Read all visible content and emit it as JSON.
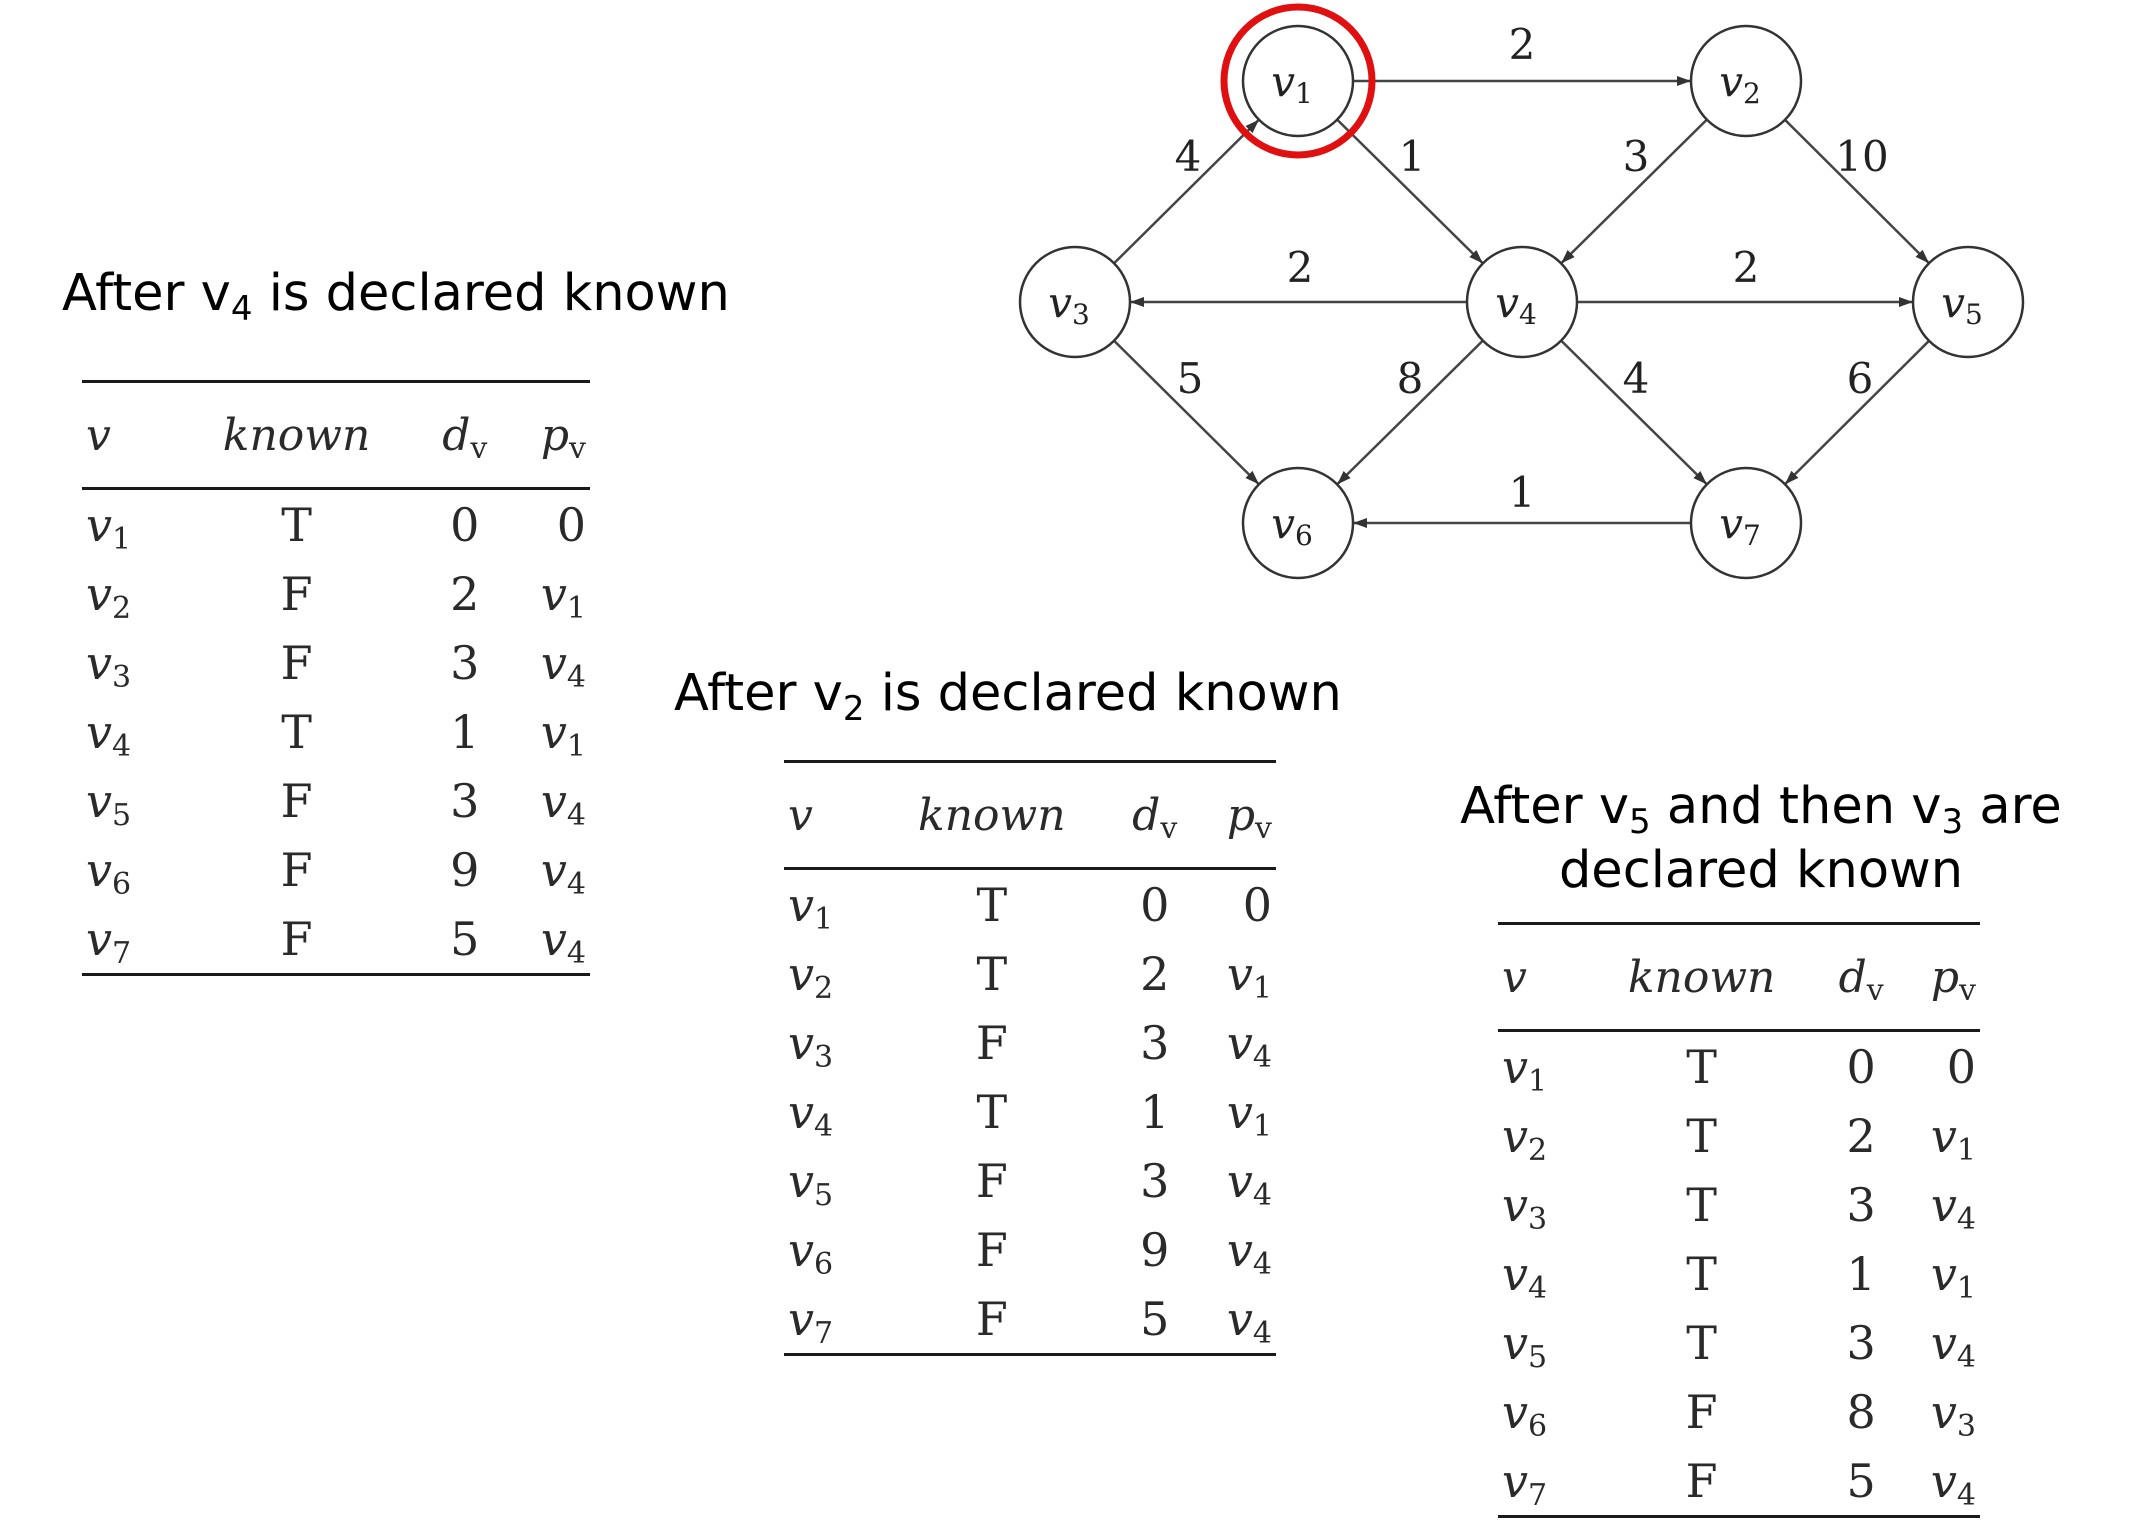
{
  "captions": {
    "t1": {
      "prefix": "After v",
      "sub": "4",
      "suffix": " is declared known"
    },
    "t2": {
      "prefix": "After v",
      "sub": "2",
      "suffix": " is declared known"
    },
    "t3": {
      "line1_prefix": "After v",
      "line1_sub1": "5",
      "line1_mid": " and then v",
      "line1_sub2": "3",
      "line1_suffix": " are",
      "line2": "declared known"
    }
  },
  "table_headers": {
    "v": "v",
    "known": "known",
    "d_main": "d",
    "d_sub": "v",
    "p_main": "p",
    "p_sub": "v"
  },
  "tables": [
    {
      "rows": [
        {
          "v": "1",
          "known": "T",
          "d": "0",
          "p": "0",
          "p_sub": ""
        },
        {
          "v": "2",
          "known": "F",
          "d": "2",
          "p": "v",
          "p_sub": "1"
        },
        {
          "v": "3",
          "known": "F",
          "d": "3",
          "p": "v",
          "p_sub": "4"
        },
        {
          "v": "4",
          "known": "T",
          "d": "1",
          "p": "v",
          "p_sub": "1"
        },
        {
          "v": "5",
          "known": "F",
          "d": "3",
          "p": "v",
          "p_sub": "4"
        },
        {
          "v": "6",
          "known": "F",
          "d": "9",
          "p": "v",
          "p_sub": "4"
        },
        {
          "v": "7",
          "known": "F",
          "d": "5",
          "p": "v",
          "p_sub": "4"
        }
      ]
    },
    {
      "rows": [
        {
          "v": "1",
          "known": "T",
          "d": "0",
          "p": "0",
          "p_sub": ""
        },
        {
          "v": "2",
          "known": "T",
          "d": "2",
          "p": "v",
          "p_sub": "1"
        },
        {
          "v": "3",
          "known": "F",
          "d": "3",
          "p": "v",
          "p_sub": "4"
        },
        {
          "v": "4",
          "known": "T",
          "d": "1",
          "p": "v",
          "p_sub": "1"
        },
        {
          "v": "5",
          "known": "F",
          "d": "3",
          "p": "v",
          "p_sub": "4"
        },
        {
          "v": "6",
          "known": "F",
          "d": "9",
          "p": "v",
          "p_sub": "4"
        },
        {
          "v": "7",
          "known": "F",
          "d": "5",
          "p": "v",
          "p_sub": "4"
        }
      ]
    },
    {
      "rows": [
        {
          "v": "1",
          "known": "T",
          "d": "0",
          "p": "0",
          "p_sub": ""
        },
        {
          "v": "2",
          "known": "T",
          "d": "2",
          "p": "v",
          "p_sub": "1"
        },
        {
          "v": "3",
          "known": "T",
          "d": "3",
          "p": "v",
          "p_sub": "4"
        },
        {
          "v": "4",
          "known": "T",
          "d": "1",
          "p": "v",
          "p_sub": "1"
        },
        {
          "v": "5",
          "known": "T",
          "d": "3",
          "p": "v",
          "p_sub": "4"
        },
        {
          "v": "6",
          "known": "F",
          "d": "8",
          "p": "v",
          "p_sub": "3"
        },
        {
          "v": "7",
          "known": "F",
          "d": "5",
          "p": "v",
          "p_sub": "4"
        }
      ]
    }
  ],
  "graph": {
    "nodes": [
      {
        "id": "v1",
        "label": "v",
        "sub": "1"
      },
      {
        "id": "v2",
        "label": "v",
        "sub": "2"
      },
      {
        "id": "v3",
        "label": "v",
        "sub": "3"
      },
      {
        "id": "v4",
        "label": "v",
        "sub": "4"
      },
      {
        "id": "v5",
        "label": "v",
        "sub": "5"
      },
      {
        "id": "v6",
        "label": "v",
        "sub": "6"
      },
      {
        "id": "v7",
        "label": "v",
        "sub": "7"
      }
    ],
    "edges": [
      {
        "from": "v1",
        "to": "v2",
        "weight": "2"
      },
      {
        "from": "v1",
        "to": "v4",
        "weight": "1"
      },
      {
        "from": "v3",
        "to": "v1",
        "weight": "4"
      },
      {
        "from": "v2",
        "to": "v4",
        "weight": "3"
      },
      {
        "from": "v2",
        "to": "v5",
        "weight": "10"
      },
      {
        "from": "v4",
        "to": "v3",
        "weight": "2"
      },
      {
        "from": "v4",
        "to": "v5",
        "weight": "2"
      },
      {
        "from": "v3",
        "to": "v6",
        "weight": "5"
      },
      {
        "from": "v4",
        "to": "v6",
        "weight": "8"
      },
      {
        "from": "v4",
        "to": "v7",
        "weight": "4"
      },
      {
        "from": "v5",
        "to": "v7",
        "weight": "6"
      },
      {
        "from": "v7",
        "to": "v6",
        "weight": "1"
      }
    ],
    "highlighted_node": "v1",
    "highlight_color": "#e01010"
  }
}
